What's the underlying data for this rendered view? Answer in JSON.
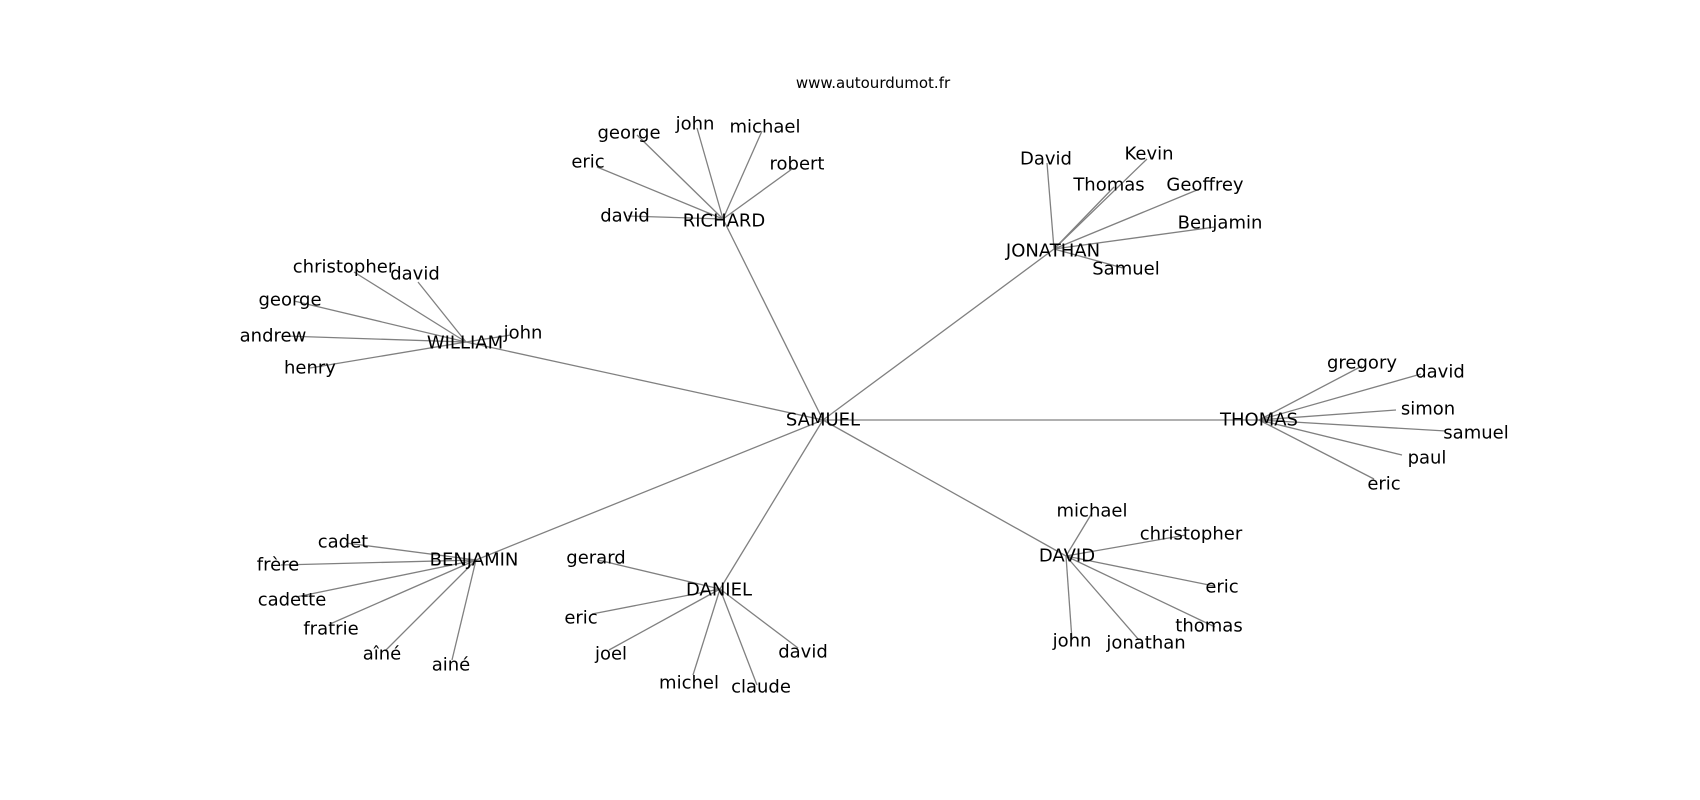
{
  "watermark": "www.autourdumot.fr",
  "colors": {
    "edge": "#808080",
    "text": "#000000",
    "background": "#ffffff"
  },
  "graph": {
    "center": "SAMUEL",
    "clusters": [
      {
        "hub": "RICHARD",
        "leaves": [
          "george",
          "john",
          "michael",
          "eric",
          "robert",
          "david"
        ]
      },
      {
        "hub": "JONATHAN",
        "leaves": [
          "David",
          "Kevin",
          "Thomas",
          "Geoffrey",
          "Benjamin",
          "Samuel"
        ]
      },
      {
        "hub": "WILLIAM",
        "leaves": [
          "christopher",
          "david",
          "george",
          "john",
          "andrew",
          "henry"
        ]
      },
      {
        "hub": "THOMAS",
        "leaves": [
          "gregory",
          "david",
          "simon",
          "samuel",
          "paul",
          "eric"
        ]
      },
      {
        "hub": "BENJAMIN",
        "leaves": [
          "cadet",
          "frère",
          "cadette",
          "fratrie",
          "aîné",
          "ainé"
        ]
      },
      {
        "hub": "DANIEL",
        "leaves": [
          "gerard",
          "eric",
          "joel",
          "michel",
          "claude",
          "david"
        ]
      },
      {
        "hub": "DAVID",
        "leaves": [
          "michael",
          "christopher",
          "eric",
          "thomas",
          "john",
          "jonathan"
        ]
      }
    ]
  }
}
